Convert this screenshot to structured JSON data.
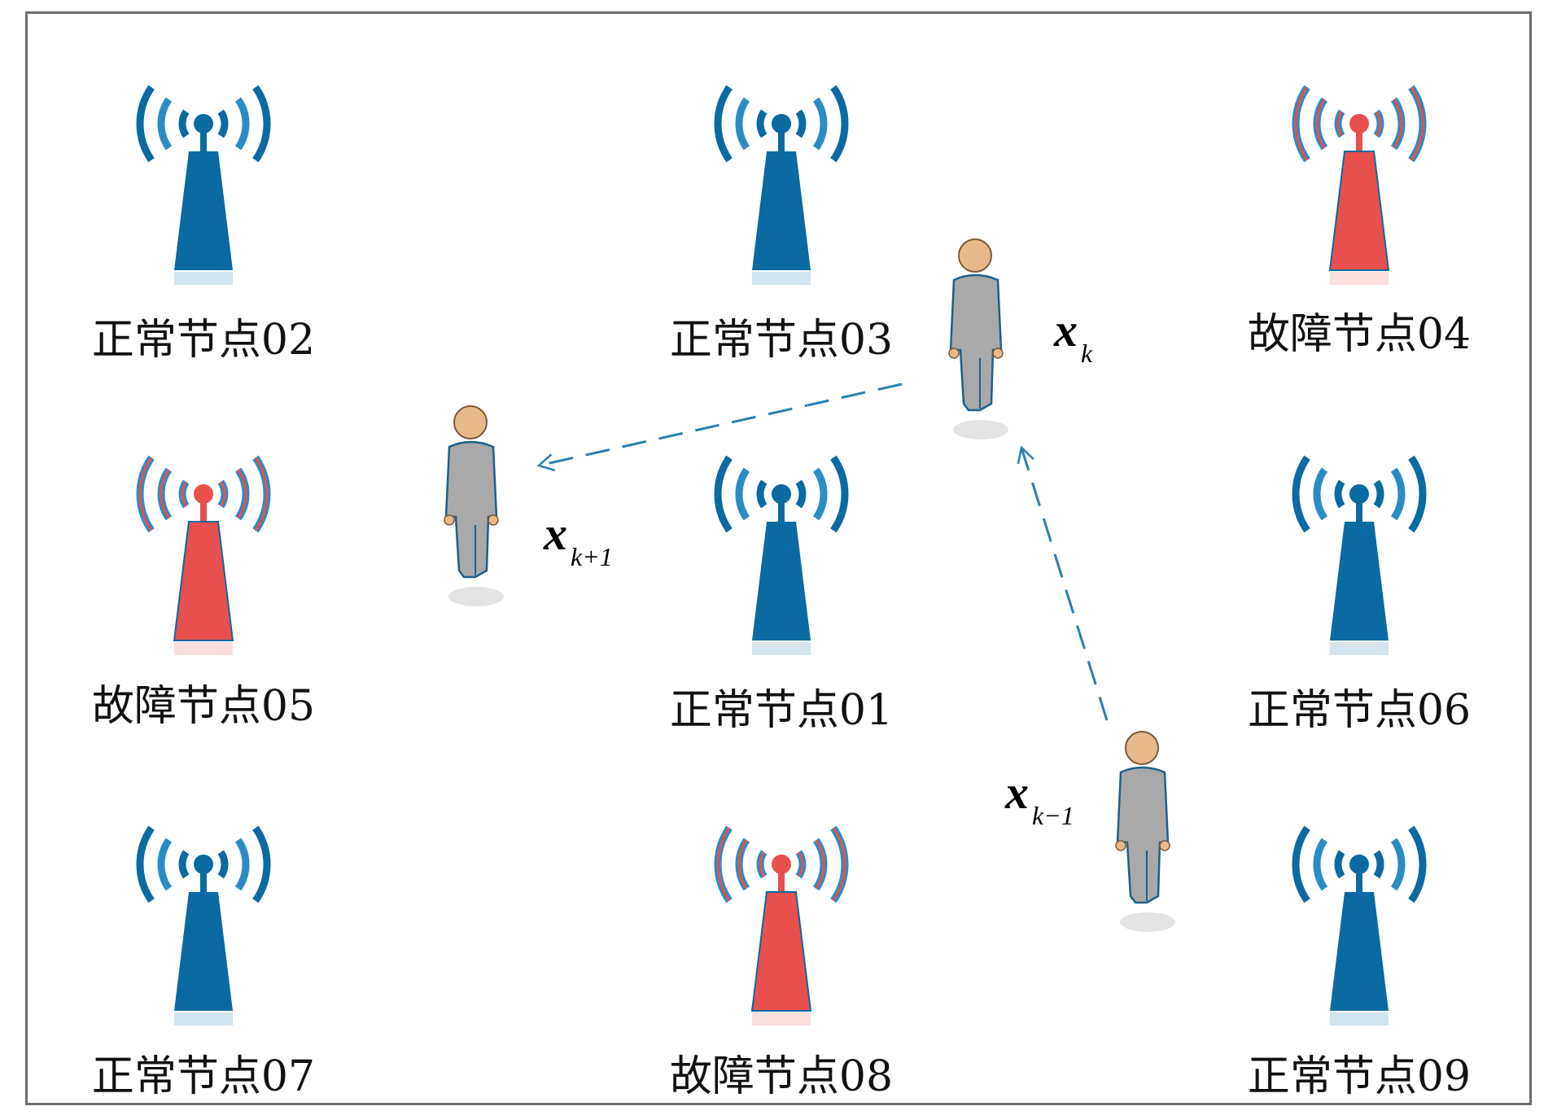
{
  "nodes": [
    {
      "id": "02",
      "label": "正常节点02",
      "status": "normal"
    },
    {
      "id": "03",
      "label": "正常节点03",
      "status": "normal"
    },
    {
      "id": "04",
      "label": "故障节点04",
      "status": "fault"
    },
    {
      "id": "05",
      "label": "故障节点05",
      "status": "fault"
    },
    {
      "id": "01",
      "label": "正常节点01",
      "status": "normal"
    },
    {
      "id": "06",
      "label": "正常节点06",
      "status": "normal"
    },
    {
      "id": "07",
      "label": "正常节点07",
      "status": "normal"
    },
    {
      "id": "08",
      "label": "故障节点08",
      "status": "fault"
    },
    {
      "id": "09",
      "label": "正常节点09",
      "status": "normal"
    }
  ],
  "states": {
    "prev": {
      "symbol": "x",
      "subscript": "k−1"
    },
    "current": {
      "symbol": "x",
      "subscript": "k"
    },
    "next": {
      "symbol": "x",
      "subscript": "k+1"
    }
  },
  "colors": {
    "normal_tower": "#0a6aa1",
    "normal_wave": "#2b8cc4",
    "fault_tower": "#e8504e",
    "path": "#2a7fb0",
    "person_body": "#a9a9a9",
    "person_head": "#e8b98a"
  }
}
